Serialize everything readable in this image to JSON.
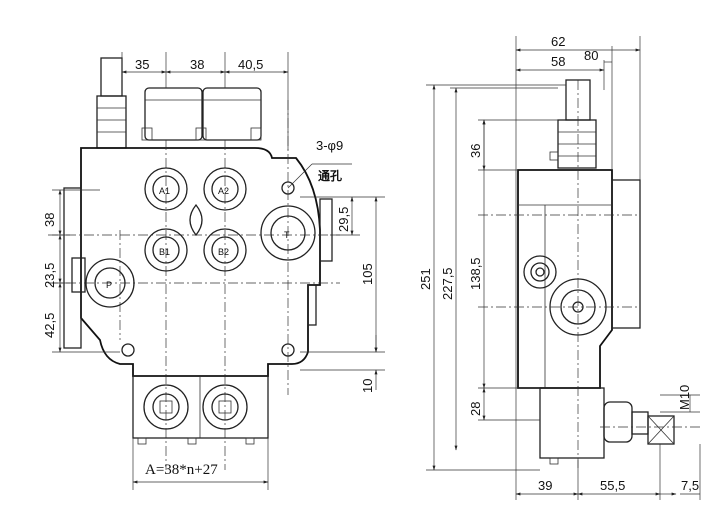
{
  "front_view": {
    "dims_top": [
      "35",
      "38",
      "40,5"
    ],
    "dims_left": [
      "38",
      "23,5",
      "42,5"
    ],
    "dims_right": [
      "29,5",
      "105",
      "10"
    ],
    "hole_callout": "3-φ9",
    "through_hole_label": "通孔",
    "ports": {
      "a1": "A1",
      "a2": "A2",
      "b1": "B1",
      "b2": "B2",
      "t": "T",
      "p": "P"
    },
    "formula": "A=38*n+27"
  },
  "side_view": {
    "dims_top": [
      "62",
      "58",
      "80"
    ],
    "dims_vertical": [
      "251",
      "227,5",
      "138,5",
      "36",
      "28"
    ],
    "dims_bottom": [
      "39",
      "55,5",
      "7,5"
    ],
    "thread_label": "M10"
  }
}
